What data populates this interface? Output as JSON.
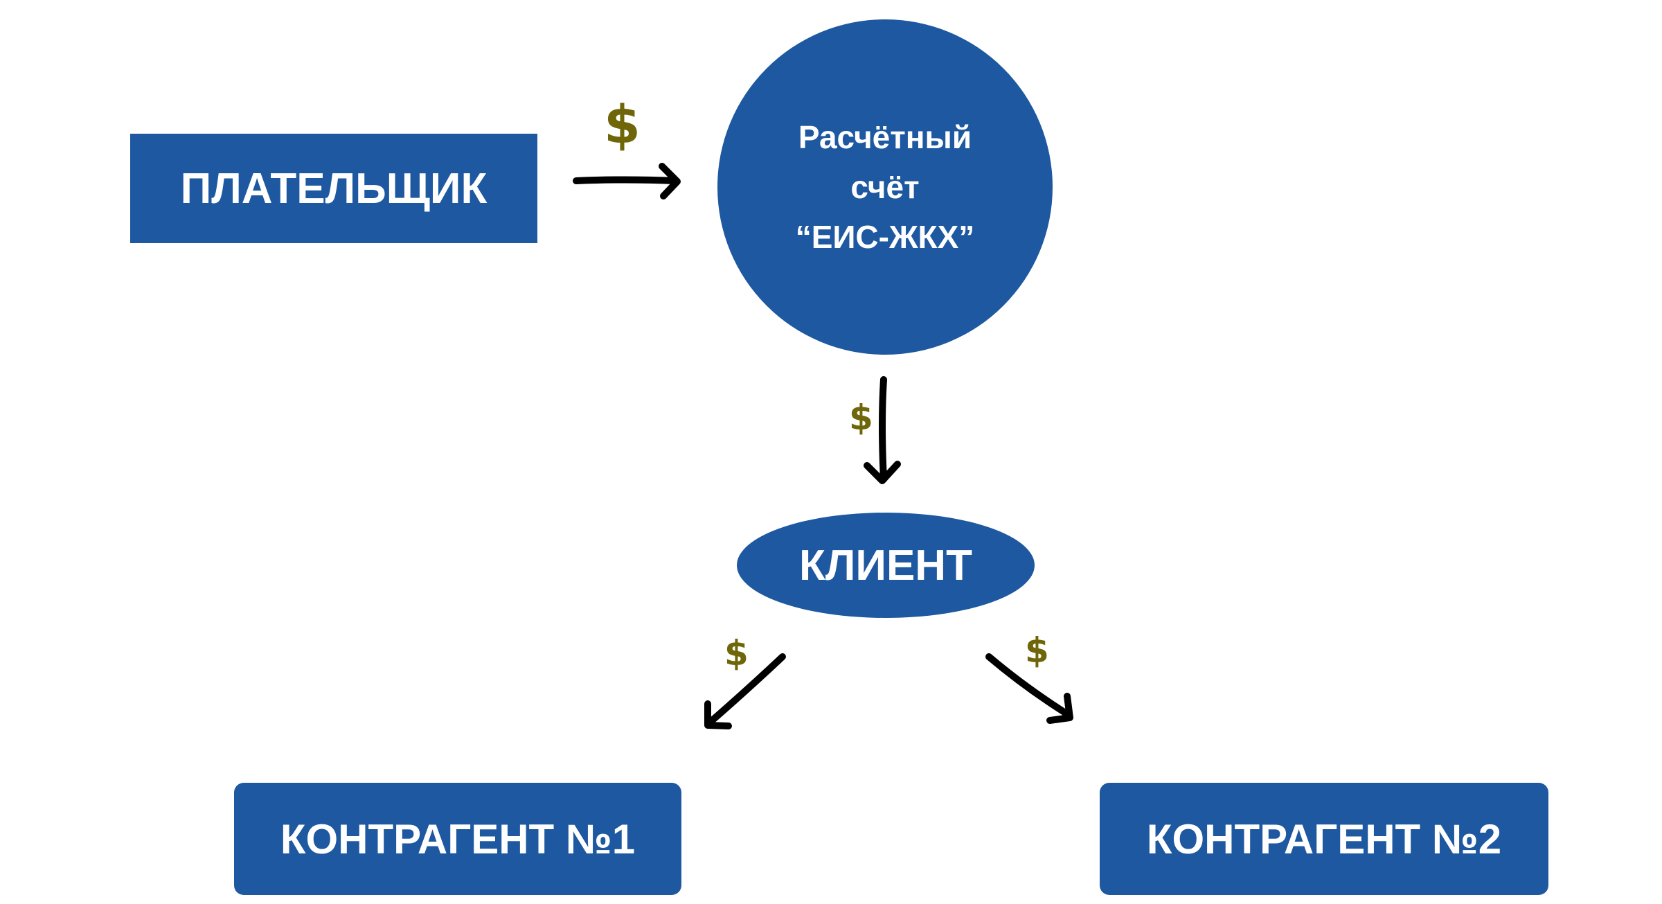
{
  "colors": {
    "node_fill": "#1d58a0",
    "node_text": "#ffffff",
    "dollar": "#6e6608",
    "arrow": "#000000"
  },
  "nodes": {
    "payer": "ПЛАТЕЛЬЩИК",
    "account": {
      "line1": "Расчётный",
      "line2": "счёт",
      "line3": "“ЕИС-ЖКХ”"
    },
    "client": "КЛИЕНТ",
    "contractor1": "КОНТРАГЕНТ №1",
    "contractor2": "КОНТРАГЕНТ №2"
  },
  "money_labels": {
    "payer_to_account": "$",
    "account_to_client": "$",
    "client_to_contractor1": "$",
    "client_to_contractor2": "$"
  }
}
